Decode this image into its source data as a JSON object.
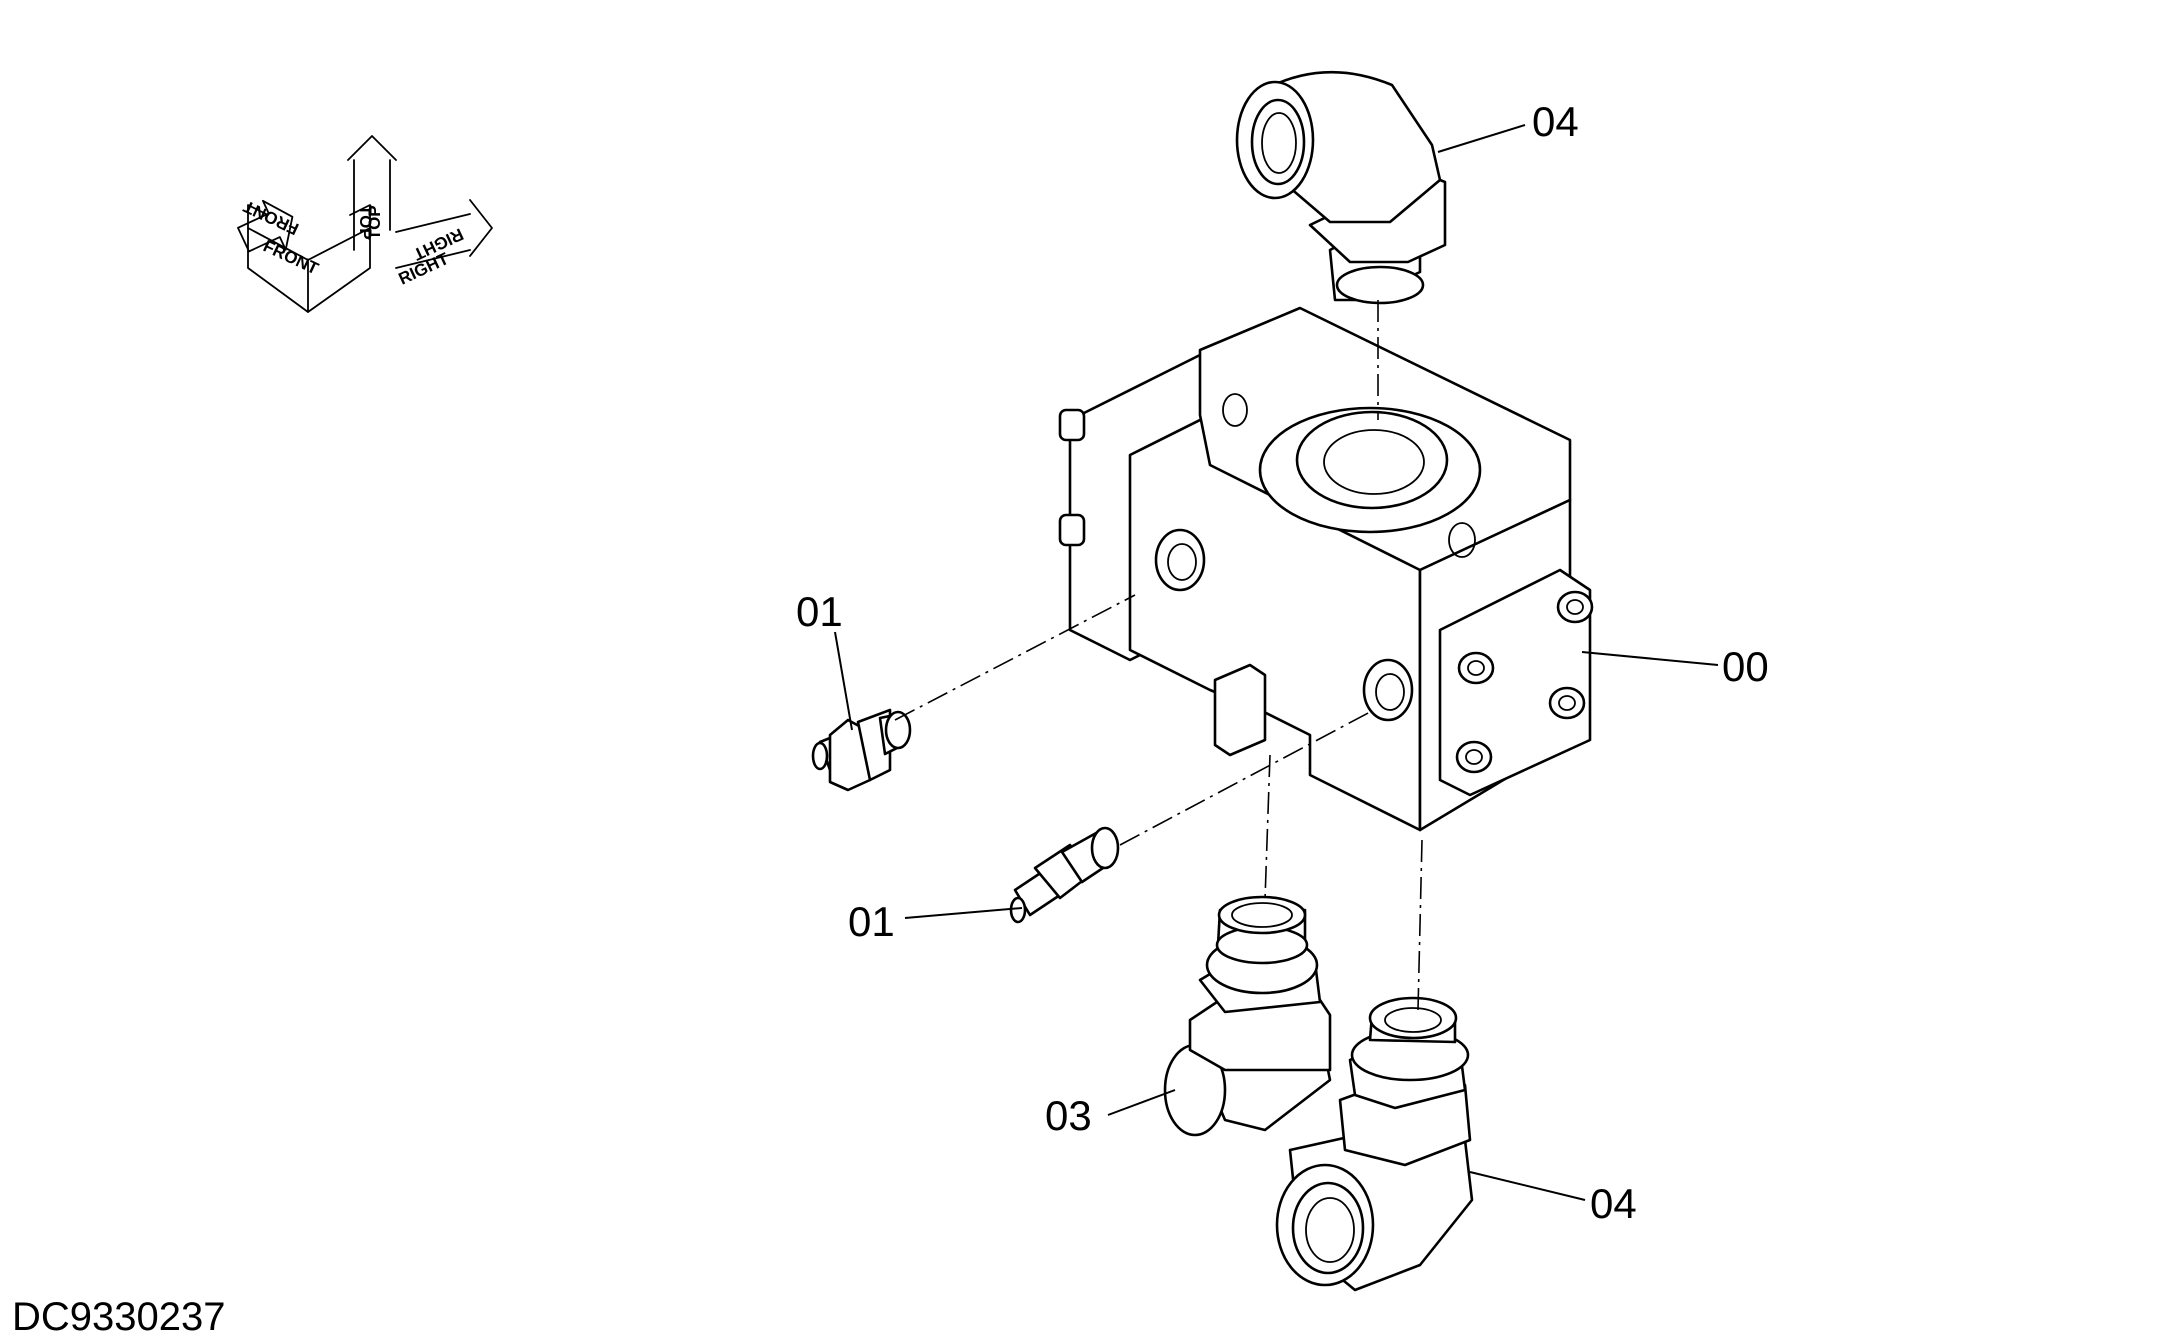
{
  "orientation": {
    "front": "FRONT",
    "front_mirror": "FRONT",
    "top": "TOP",
    "top_mirror": "TOP",
    "right": "RIGHT",
    "right_mirror": "RIGHT"
  },
  "callouts": [
    {
      "id": "c1",
      "text": "04"
    },
    {
      "id": "c2",
      "text": "00"
    },
    {
      "id": "c3",
      "text": "01"
    },
    {
      "id": "c4",
      "text": "01"
    },
    {
      "id": "c5",
      "text": "03"
    },
    {
      "id": "c6",
      "text": "04"
    }
  ],
  "doc_id": "DC9330237"
}
